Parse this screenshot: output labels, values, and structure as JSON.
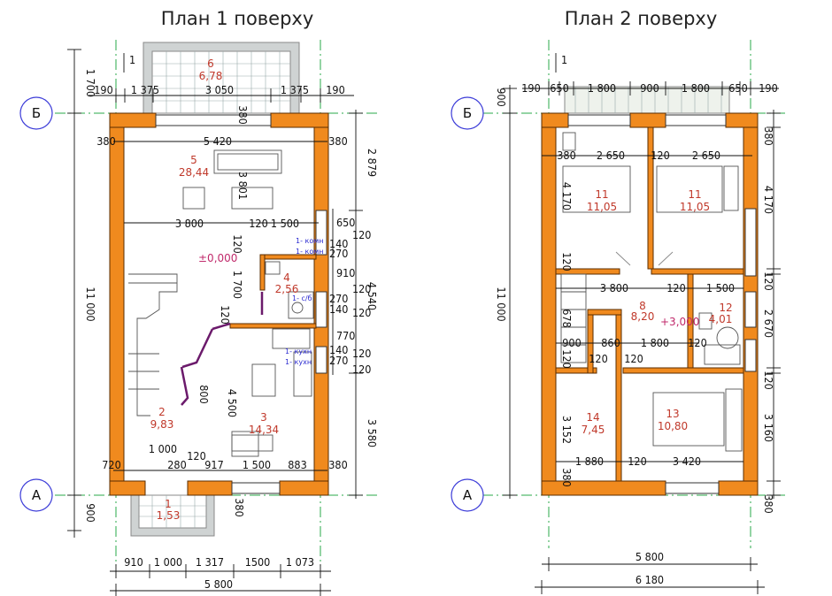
{
  "titles": {
    "floor1": "План 1 поверху",
    "floor2": "План 2 поверху"
  },
  "axes": {
    "top": "Б",
    "bottom": "А"
  },
  "floor1": {
    "rooms": [
      {
        "num": "6",
        "area": "6,78"
      },
      {
        "num": "5",
        "area": "28,44"
      },
      {
        "num": "4",
        "area": "2,56"
      },
      {
        "num": "2",
        "area": "9,83"
      },
      {
        "num": "3",
        "area": "14,34"
      },
      {
        "num": "1",
        "area": "1,53"
      }
    ],
    "level": "±0,000",
    "dims_top": [
      "190",
      "1 375",
      "3 050",
      "1 375",
      "190"
    ],
    "dim_left_top": "1 700",
    "dim_left_main": "11 000",
    "dim_left_bottom": "900",
    "dims_bottom_row1": [
      "910",
      "1 000",
      "1 317",
      "1500",
      "1 073"
    ],
    "dim_bottom_total": "5 800",
    "dims_right": [
      "2 879",
      "4 540",
      "3 580"
    ],
    "dims_right_small": [
      "650",
      "120",
      "140",
      "270",
      "910",
      "120",
      "270",
      "140",
      "120",
      "770",
      "140",
      "270",
      "120",
      "120"
    ],
    "inner": {
      "d380a": "380",
      "d380b": "380",
      "d380c": "380",
      "d5420": "5 420",
      "d3800": "3 800",
      "d3801": "3 801",
      "d120a": "120",
      "d1500a": "1 500",
      "d120b": "120",
      "d1700": "1 700",
      "d120c": "120",
      "d800": "800",
      "d4500": "4 500",
      "d1000": "1 000",
      "d720": "720",
      "d280": "280",
      "d917": "917",
      "d1500b": "1 500",
      "d883": "883",
      "d380d": "380",
      "d380e": "380",
      "d120d": "120",
      "d1": "1"
    },
    "notes": [
      "1- комн",
      "1- комн",
      "1- с/б",
      "1- кухн",
      "1- кухн"
    ]
  },
  "floor2": {
    "rooms": [
      {
        "num": "11",
        "area": "11,05"
      },
      {
        "num": "11",
        "area": "11,05"
      },
      {
        "num": "8",
        "area": "8,20"
      },
      {
        "num": "12",
        "area": "4,01"
      },
      {
        "num": "14",
        "area": "7,45"
      },
      {
        "num": "13",
        "area": "10,80"
      }
    ],
    "level": "+3,000",
    "dims_top": [
      "190",
      "650",
      "1 800",
      "900",
      "1 800",
      "650",
      "190"
    ],
    "dim_left_top": "900",
    "dim_left_main": "11 000",
    "dims_right": [
      "380",
      "4 170",
      "120",
      "2 670",
      "120",
      "3 160",
      "380"
    ],
    "dim_bottom_inner": "5 800",
    "dim_bottom_total": "6 180",
    "inner": {
      "d380": "380",
      "d2650a": "2 650",
      "d120a": "120",
      "d2650b": "2 650",
      "d4170": "4 170",
      "d120b": "120",
      "d3800": "3 800",
      "d120c": "120",
      "d1500": "1 500",
      "d678": "678",
      "d900": "900",
      "d860": "860",
      "d1800": "1 800",
      "d120d": "120",
      "d120e": "120",
      "d120f": "120",
      "d120g": "120",
      "d3152": "3 152",
      "d1880": "1 880",
      "d120h": "120",
      "d3420": "3 420",
      "d380b": "380",
      "d1": "1"
    }
  }
}
